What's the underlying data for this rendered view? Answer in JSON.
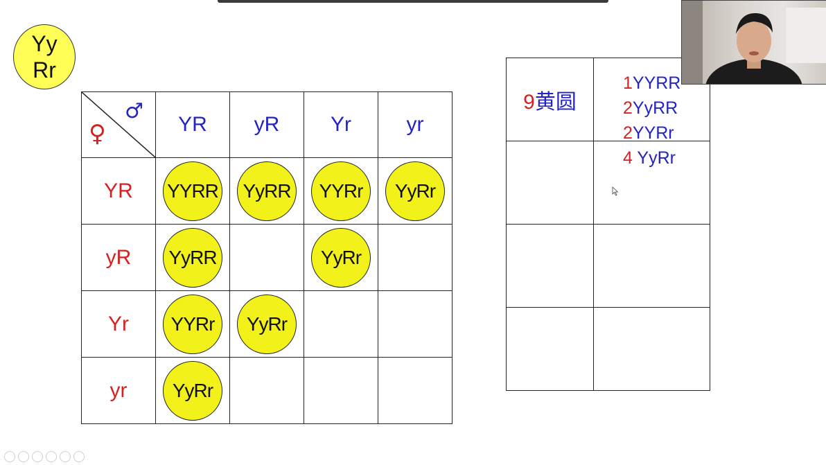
{
  "parent": {
    "line1": "Yy",
    "line2": "Rr"
  },
  "punnett": {
    "female_symbol": "♀",
    "male_symbol": "♂",
    "col_headers": [
      "YR",
      "yR",
      "Yr",
      "yr"
    ],
    "row_headers": [
      "YR",
      "yR",
      "Yr",
      "yr"
    ],
    "cells": [
      [
        "YYRR",
        "YyRR",
        "YYRr",
        "YyRr"
      ],
      [
        "YyRR",
        "",
        "YyRr",
        ""
      ],
      [
        "YYRr",
        "YyRr",
        "",
        ""
      ],
      [
        "YyRr",
        "",
        "",
        ""
      ]
    ]
  },
  "summary": {
    "row1_label_num": "9",
    "row1_label_text": "黄圆",
    "row1_items": [
      {
        "count": "1",
        "genotype": "YYRR"
      },
      {
        "count": "2",
        "genotype": "YyRR"
      },
      {
        "count": "2",
        "genotype": "YYRr"
      },
      {
        "count": "4 ",
        "genotype": "YyRr"
      }
    ]
  },
  "webcam": {
    "icon": "person-video-icon"
  },
  "colors": {
    "circle_fill": "#f2f21a",
    "red": "#d92020",
    "blue": "#2323c8"
  }
}
